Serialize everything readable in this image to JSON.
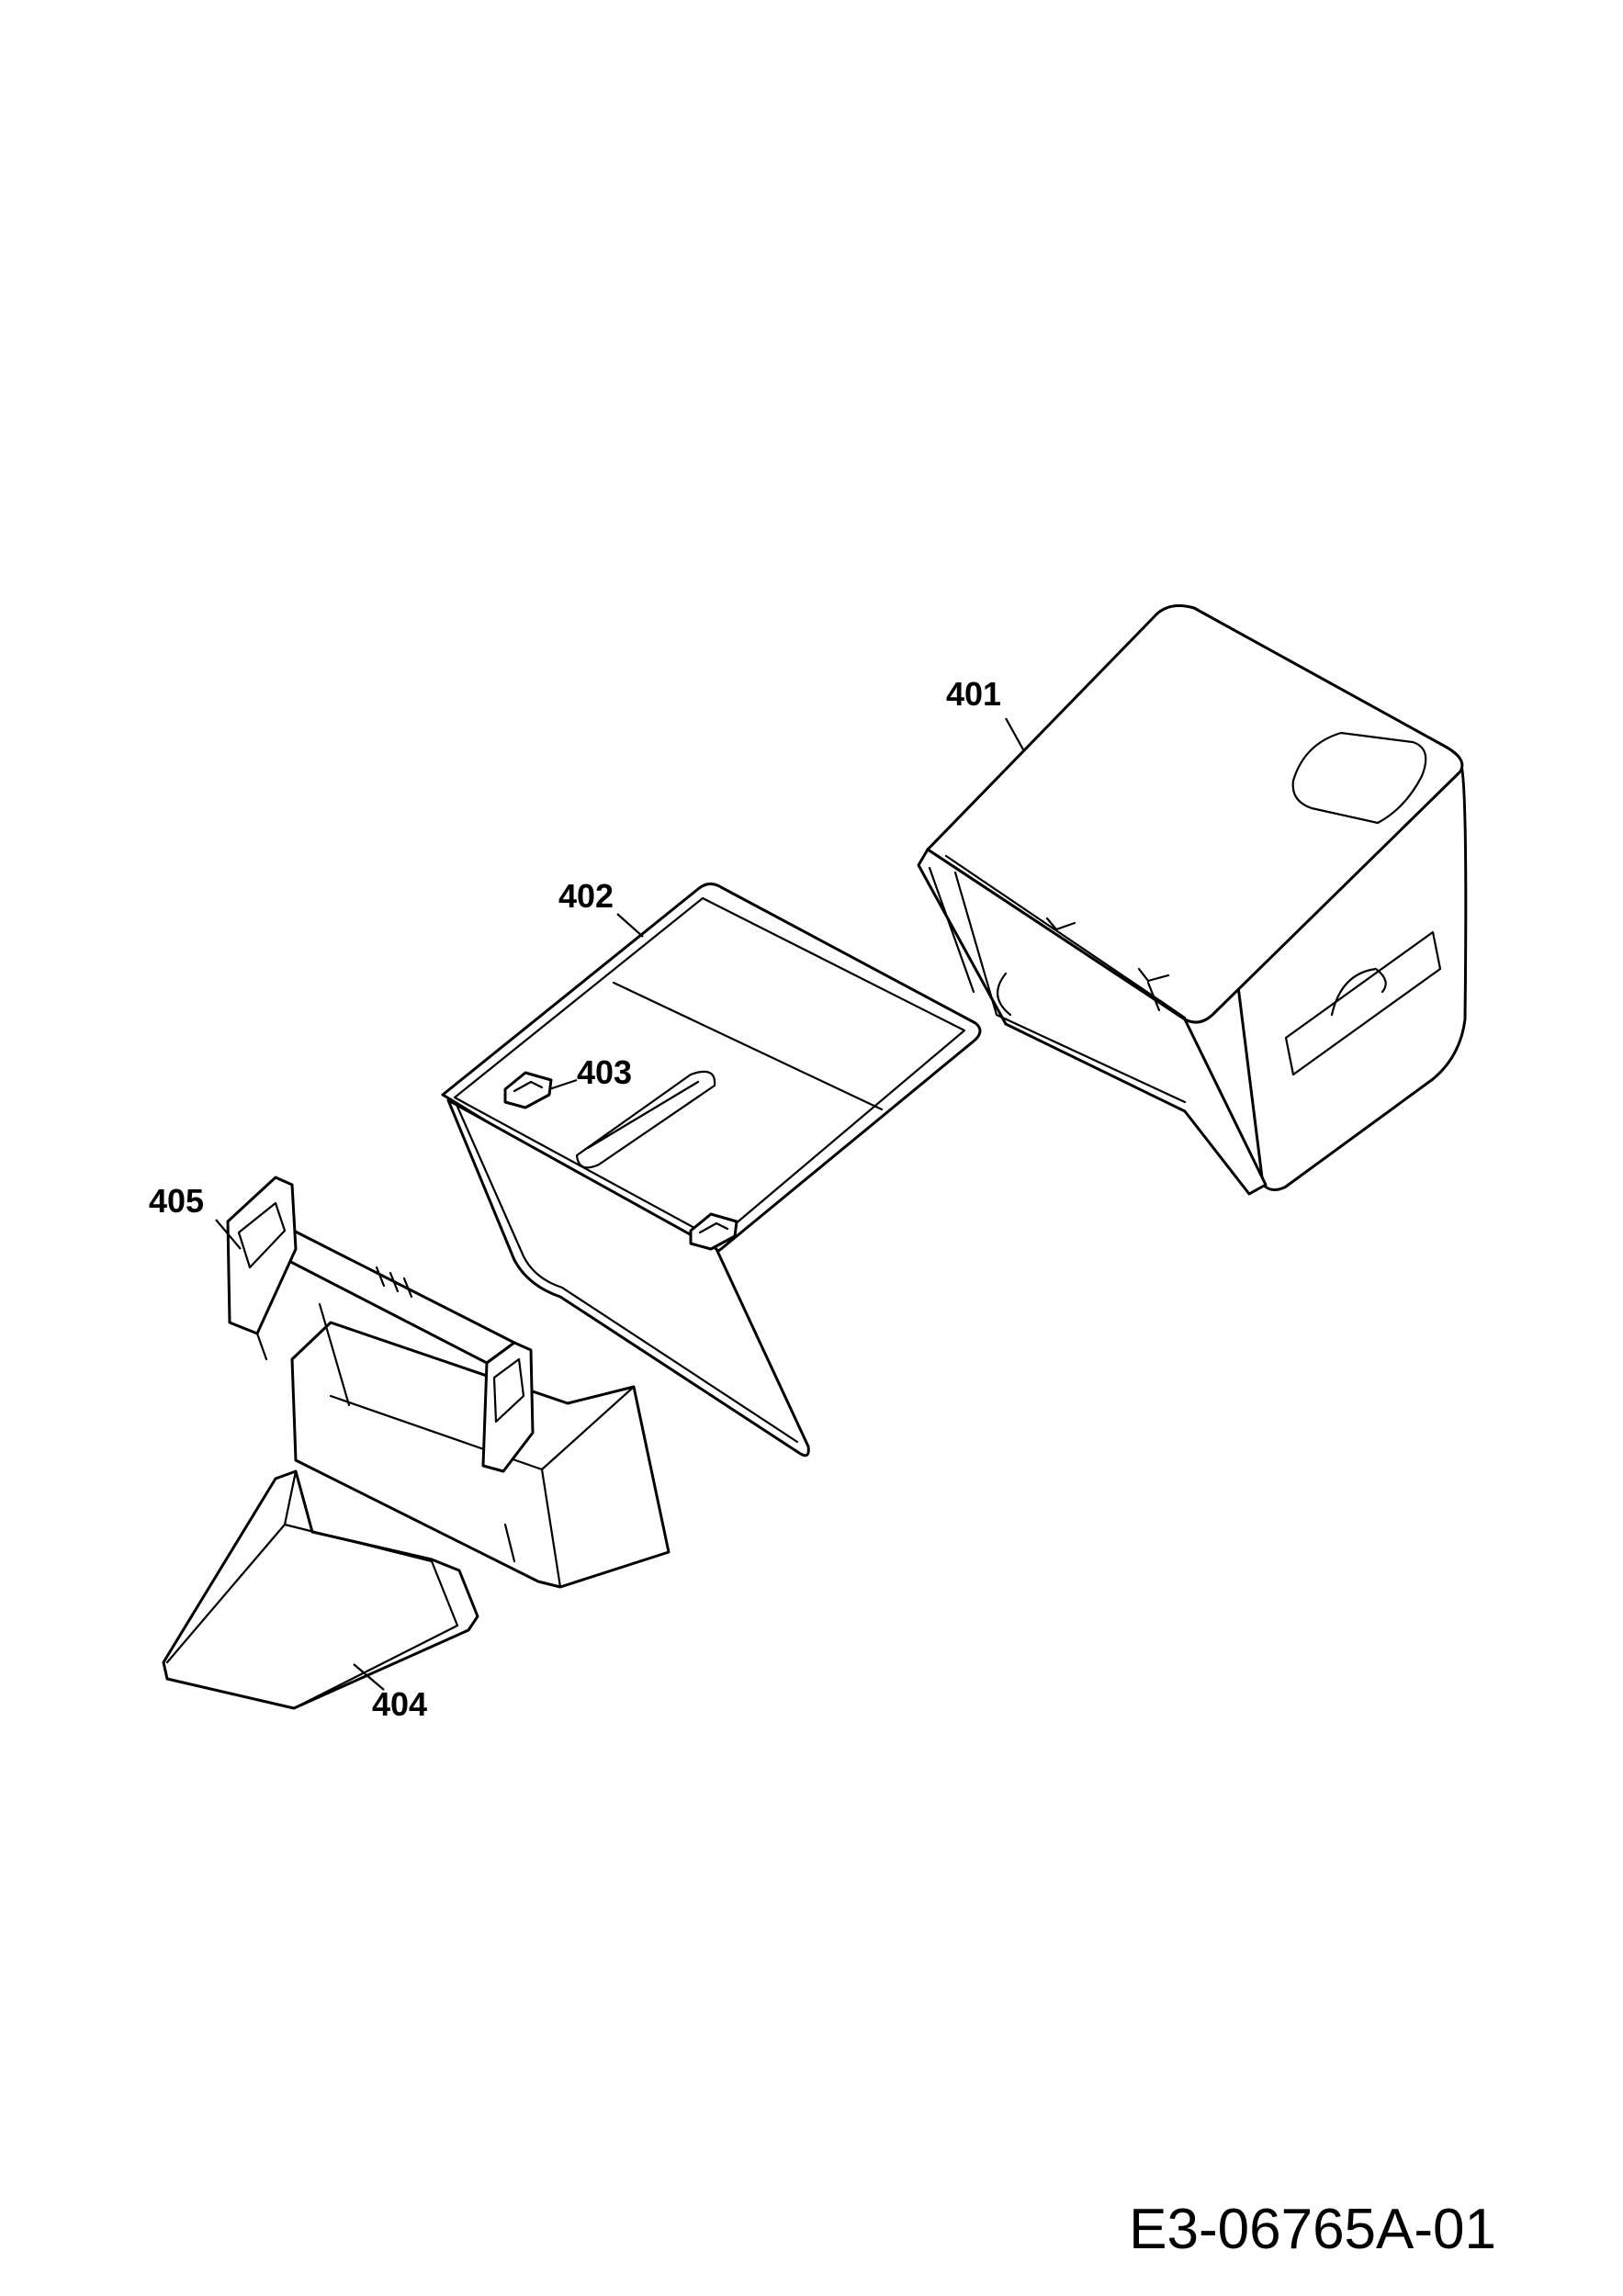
{
  "callouts": {
    "p401": "401",
    "p402": "402",
    "p403": "403",
    "p404": "404",
    "p405": "405"
  },
  "drawing_number": "E3-06765A-01",
  "colors": {
    "line": "#000000",
    "background": "#ffffff"
  }
}
